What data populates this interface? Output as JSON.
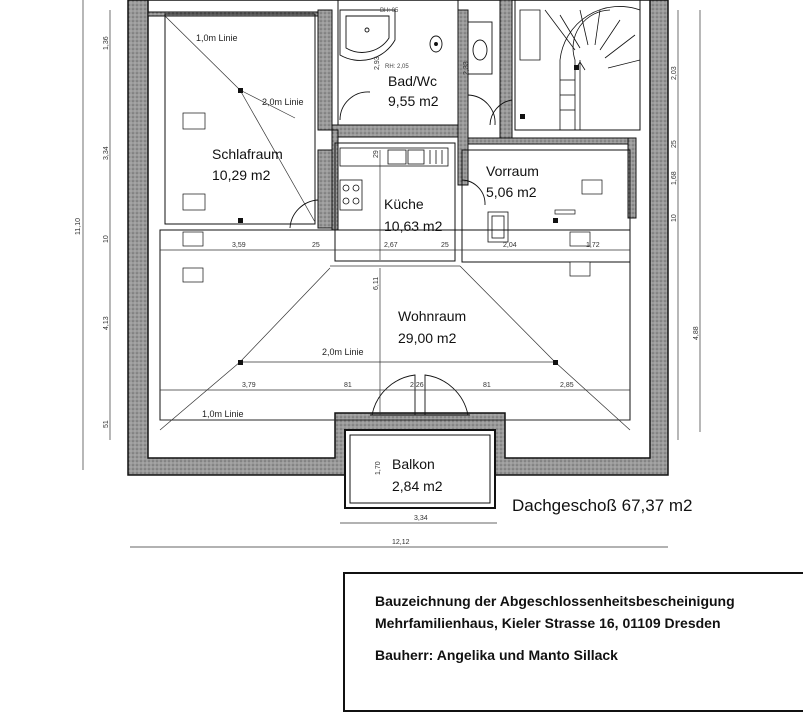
{
  "rooms": {
    "schlafraum": {
      "name": "Schlafraum",
      "area": "10,29 m2"
    },
    "bad": {
      "name": "Bad/Wc",
      "area": "9,55 m2",
      "rh": "RH: 2,05",
      "bh": "BH: 05"
    },
    "kueche": {
      "name": "Küche",
      "area": "10,63 m2"
    },
    "vorraum": {
      "name": "Vorraum",
      "area": "5,06 m2"
    },
    "wohnraum": {
      "name": "Wohnraum",
      "area": "29,00 m2"
    },
    "balkon": {
      "name": "Balkon",
      "area": "2,84 m2"
    }
  },
  "lines": {
    "l1": "1,0m Linie",
    "l2": "2,0m Linie",
    "l3": "2,0m Linie",
    "l4": "1,0m Linie"
  },
  "dims": {
    "left": [
      "1,36",
      "3,34",
      "11,10",
      "10",
      "4,13",
      "51"
    ],
    "right": [
      "2,03",
      "25",
      "1,68",
      "10",
      "4,88"
    ],
    "inner1": [
      "3,59",
      "25",
      "2,67",
      "25",
      "2,04",
      "1,72"
    ],
    "inner2": [
      "3,79",
      "81",
      "2,26",
      "81",
      "2,85"
    ],
    "vertical": [
      "6,11",
      "2,93",
      "2,33",
      "29",
      "1,70"
    ],
    "bottom_balkon": "3,34",
    "bottom_total": "12,12"
  },
  "area_total": "Dachgeschoß 67,37 m2",
  "title_block": {
    "line1": "Bauzeichnung der Abgeschlossenheitsbescheinigung",
    "line2": "Mehrfamilienhaus, Kieler Strasse 16, 01109  Dresden",
    "line3": "Bauherr: Angelika und Manto Sillack"
  }
}
